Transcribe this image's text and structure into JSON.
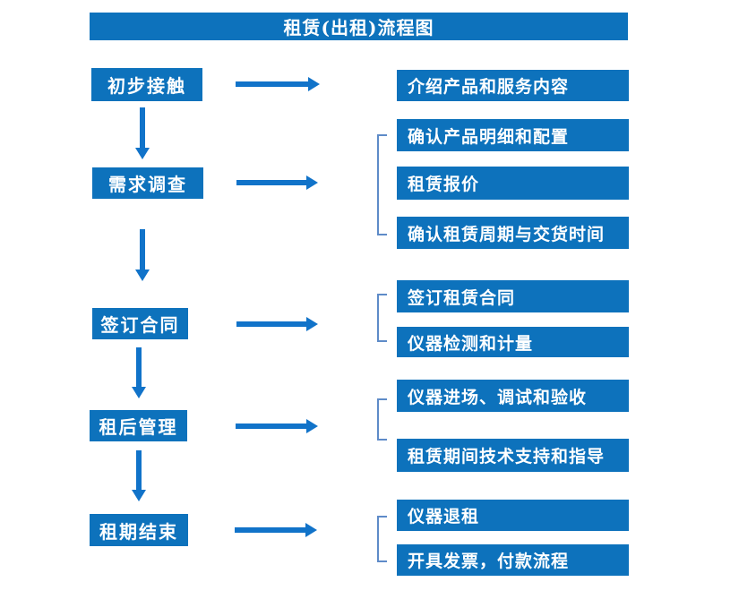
{
  "title": "租赁(出租)流程图",
  "colors": {
    "background": "#FFFFFF",
    "box": "#0D72BC",
    "arrow": "#1173C9",
    "bracket": "#5E8BC8",
    "text": "#FFFFFF"
  },
  "steps": [
    {
      "label": "初步接触",
      "details": [
        "介绍产品和服务内容"
      ]
    },
    {
      "label": "需求调查",
      "details": [
        "确认产品明细和配置",
        "租赁报价",
        "确认租赁周期与交货时间"
      ]
    },
    {
      "label": "签订合同",
      "details": [
        "签订租赁合同",
        "仪器检测和计量"
      ]
    },
    {
      "label": "租后管理",
      "details": [
        "仪器进场、调试和验收",
        "租赁期间技术支持和指导"
      ]
    },
    {
      "label": "租期结束",
      "details": [
        "仪器退租",
        "开具发票，付款流程"
      ]
    }
  ]
}
